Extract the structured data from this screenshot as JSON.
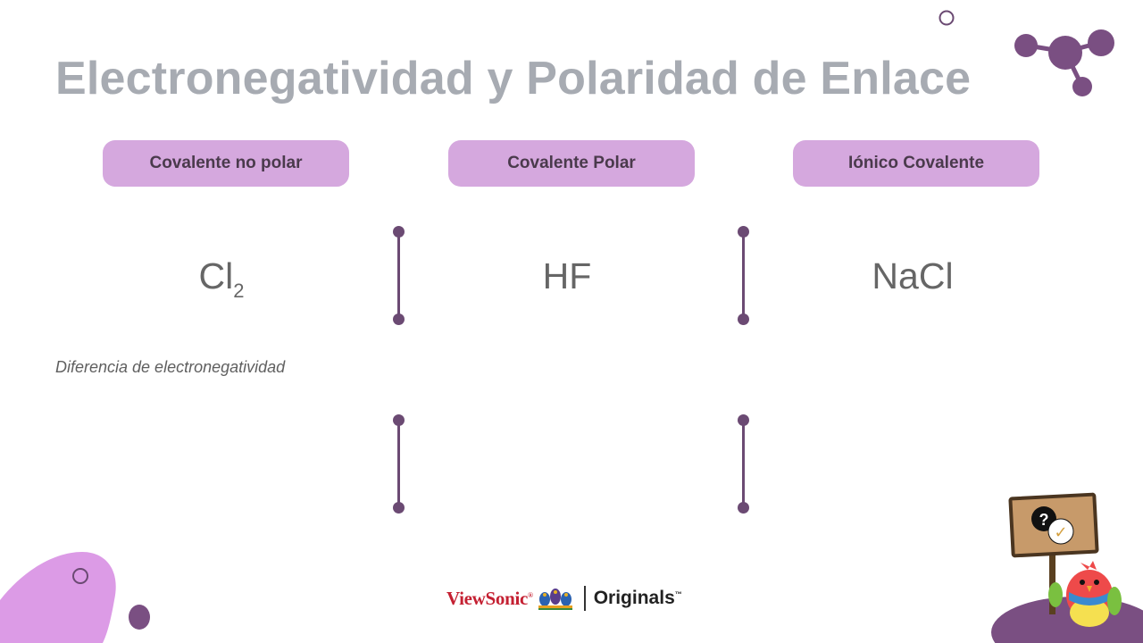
{
  "slide": {
    "title": "Electronegatividad y Polaridad de Enlace",
    "subtitle_label": "Diferencia de electronegatividad"
  },
  "categories": [
    {
      "label": "Covalente no polar",
      "formula_main": "Cl",
      "formula_sub": "2"
    },
    {
      "label": "Covalente Polar",
      "formula_main": "HF",
      "formula_sub": ""
    },
    {
      "label": "Iónico Covalente",
      "formula_main": "NaCl",
      "formula_sub": ""
    }
  ],
  "footer": {
    "brand": "ViewSonic",
    "brand_mark": "®",
    "product": "Originals",
    "product_mark": "™"
  },
  "sign": {
    "question_glyph": "?",
    "check_glyph": "✓"
  },
  "colors": {
    "title": "#a7abb2",
    "pill": "#d5a8de",
    "accent_purple": "#6b4a73",
    "blob_pink": "#dc9be6"
  }
}
